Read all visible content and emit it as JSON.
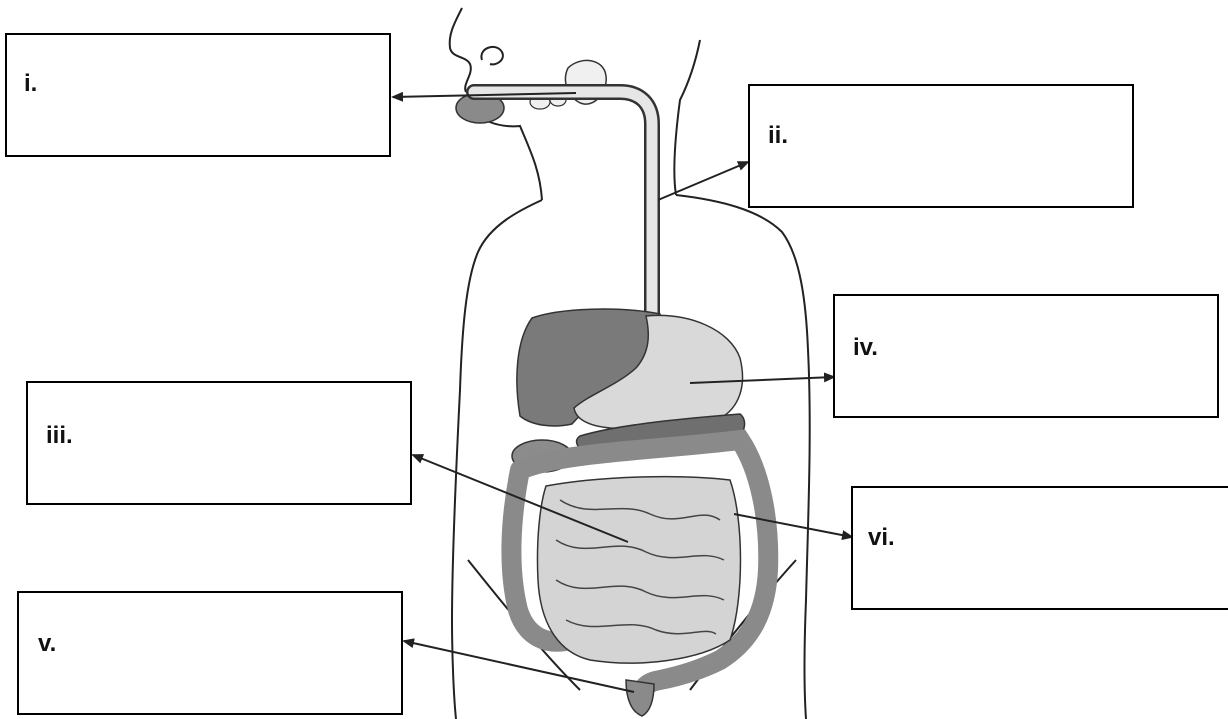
{
  "labels": {
    "i": "i.",
    "ii": "ii.",
    "iii": "iii.",
    "iv": "iv.",
    "v": "v.",
    "vi": "vi."
  }
}
